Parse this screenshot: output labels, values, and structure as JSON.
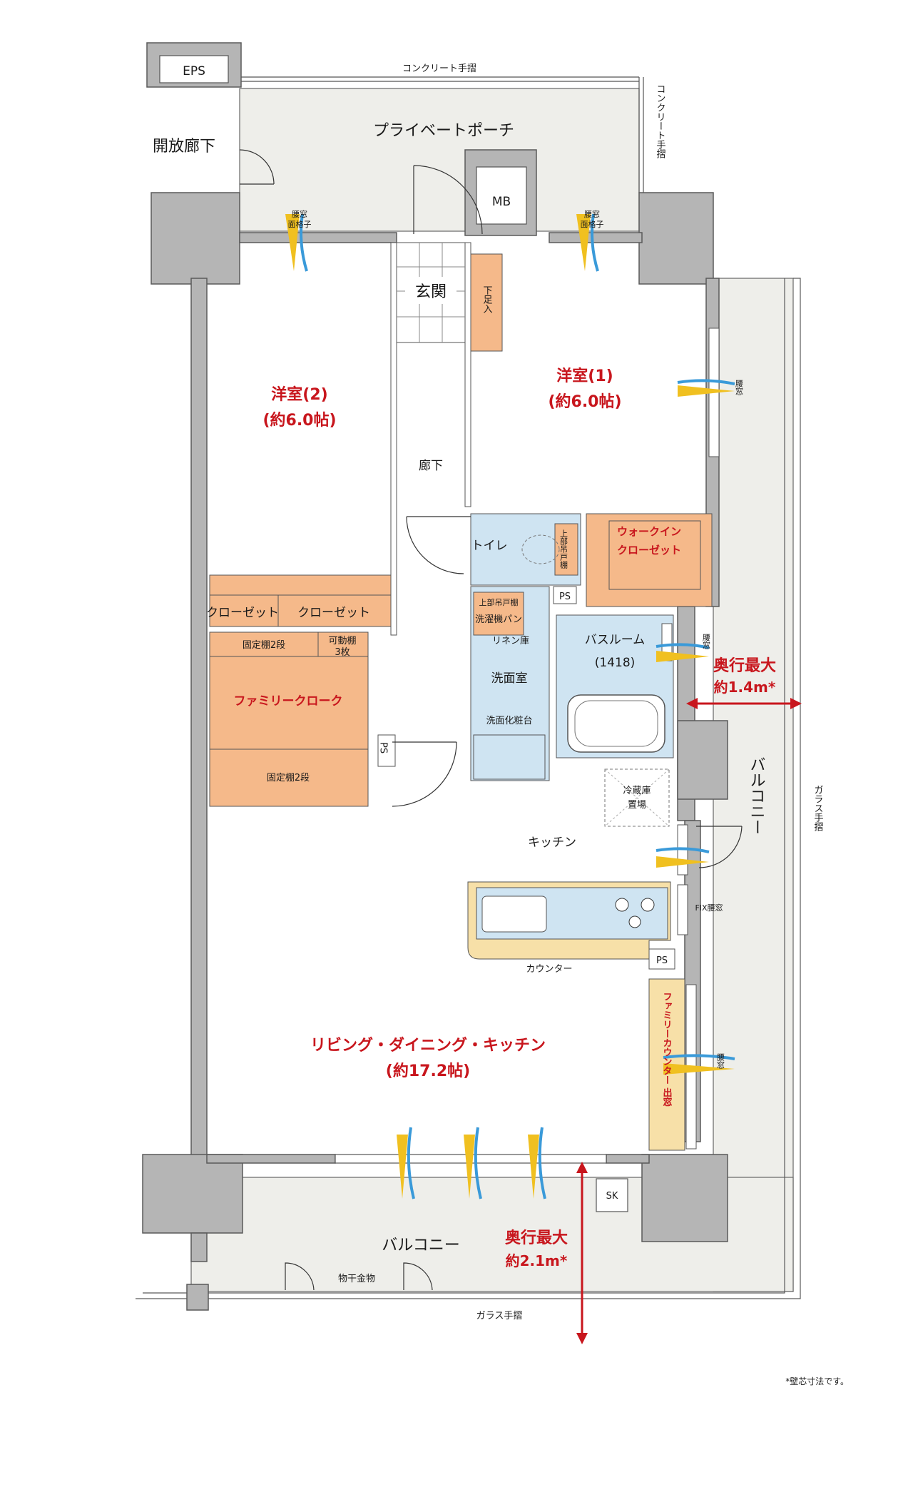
{
  "rooms": {
    "eps": "EPS",
    "mb": "MB",
    "open_corridor": "開放廊下",
    "private_porch": "プライベートポーチ",
    "entrance": "玄関",
    "shoe_box": "下足入",
    "hallway": "廊下",
    "western_room_2_name": "洋室(2)",
    "western_room_2_size": "(約6.0帖)",
    "western_room_1_name": "洋室(1)",
    "western_room_1_size": "(約6.0帖)",
    "toilet": "トイレ",
    "toilet_cabinet": "上部吊戸棚",
    "walk_in_closet": "ウォークイン\nクローゼット",
    "closet_1": "クローゼット",
    "closet_2": "クローゼット",
    "fixed_shelf_top": "固定棚2段",
    "movable_shelf": "可動棚\n3枚",
    "family_cloak": "ファミリークローク",
    "fixed_shelf_bottom": "固定棚2段",
    "ps_1": "PS",
    "ps_2": "PS",
    "ps_3": "PS",
    "upper_cabinet": "上部吊戸棚",
    "washer_pan": "洗濯機パン",
    "linen_storage": "リネン庫",
    "washroom": "洗面室",
    "vanity": "洗面化粧台",
    "bathroom": "バスルーム",
    "bathroom_size": "(1418)",
    "fridge_space": "冷蔵庫\n置場",
    "kitchen": "キッチン",
    "counter": "カウンター",
    "ldk_name": "リビング・ダイニング・キッチン",
    "ldk_size": "(約17.2帖)",
    "family_counter": "ファミリーカウンター 出窓",
    "balcony_side": "バルコニー",
    "balcony_bottom": "バルコニー",
    "sk": "SK",
    "laundry_hardware": "物干金物"
  },
  "railings": {
    "concrete_top": "コンクリート手摺",
    "concrete_side": "コンクリート手摺",
    "glass_side": "ガラス手摺",
    "glass_bottom": "ガラス手摺"
  },
  "windows": {
    "waist_grille_left": "腰窓\n面格子",
    "waist_grille_right": "腰窓\n面格子",
    "waist_1": "腰窓",
    "waist_2": "腰窓",
    "fix_waist": "FIX腰窓",
    "waist_3": "腰窓"
  },
  "dimensions": {
    "depth_side_label": "奥行最大",
    "depth_side_value": "約1.4m*",
    "depth_bottom_label": "奥行最大",
    "depth_bottom_value": "約2.1m*"
  },
  "footnote": "*壁芯寸法です。",
  "colors": {
    "wall": "#b5b5b5",
    "storage": "#f5b98a",
    "wet_area": "#cfe4f2",
    "counter": "#f7e0a8",
    "balcony": "#eeeeea",
    "porch": "#eeeeea",
    "accent_red": "#c8161d",
    "breeze_blue": "#3a9ad9",
    "breeze_yellow": "#f0c020"
  }
}
